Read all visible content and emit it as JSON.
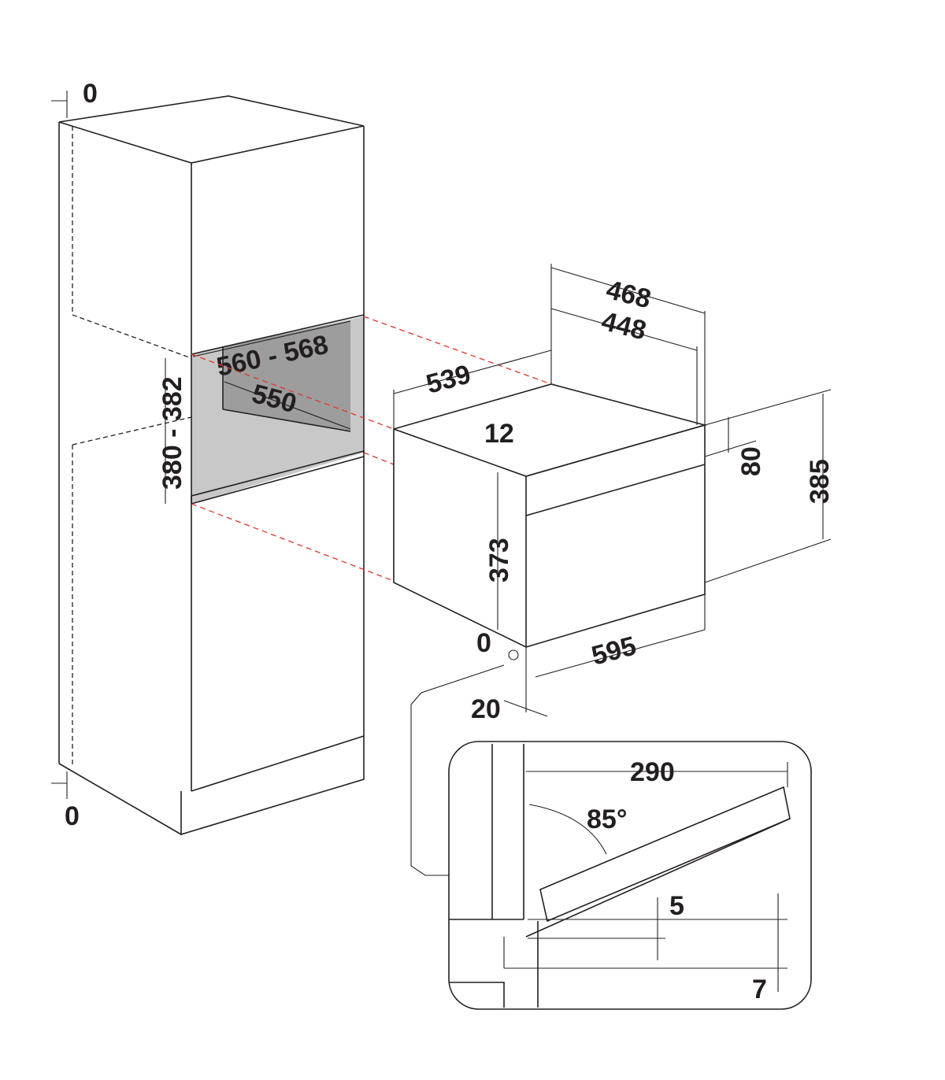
{
  "diagram": {
    "colors": {
      "line": "#231f20",
      "guide": "#e0352b",
      "niche_back": "#9d9d9d",
      "niche_floor": "#c8c8c8"
    },
    "cabinet": {
      "top_gap": "0",
      "bottom_gap": "0",
      "niche_width": "560 - 568",
      "niche_depth": "550",
      "niche_height": "380 - 382"
    },
    "oven": {
      "depth_body": "539",
      "width_top_outer": "468",
      "width_top_inner": "448",
      "top_offset": "12",
      "body_height": "373",
      "panel_height": "80",
      "total_height": "385",
      "front_width": "595",
      "bottom_gap": "0",
      "front_thickness": "20"
    },
    "door_detail": {
      "door_length": "290",
      "opening_angle": "85°",
      "gap_top": "5",
      "gap_bottom": "7"
    }
  }
}
